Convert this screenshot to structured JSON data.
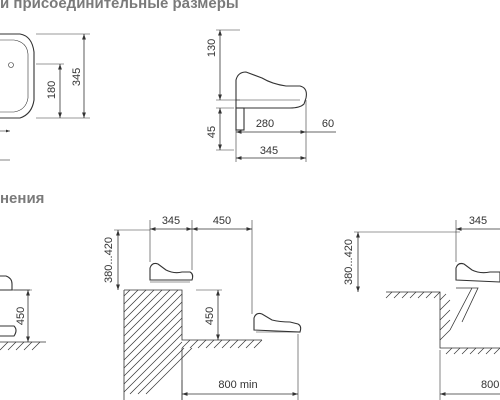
{
  "headings": {
    "dimensions": "и присоединительные размеры",
    "installation": "нения"
  },
  "top_left": {
    "d_width": "345",
    "d_center": "180"
  },
  "top_right": {
    "d_height": "130",
    "d_foot": "45",
    "d_seat": "280",
    "d_rim": "60",
    "d_depth": "345"
  },
  "install_left": {
    "d_height": "450"
  },
  "install_middle": {
    "d_seat": "345",
    "d_gap": "450",
    "d_range": "380...420",
    "d_height": "450",
    "d_spacing": "800 min"
  },
  "install_right": {
    "d_seat": "345",
    "d_range": "380...420",
    "d_spacing": "800"
  }
}
